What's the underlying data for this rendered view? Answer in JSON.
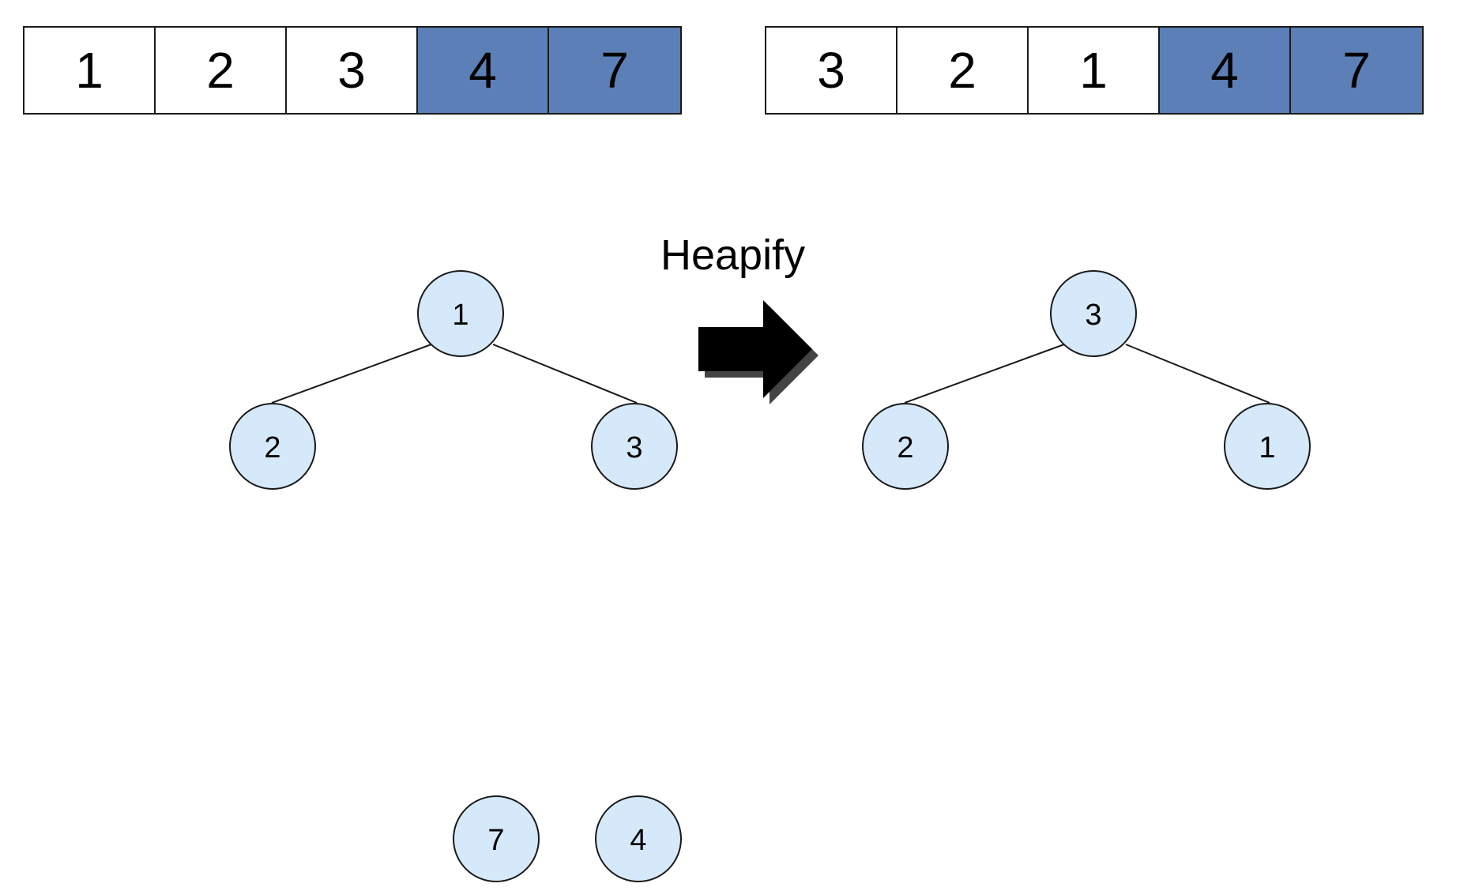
{
  "before": {
    "array": [
      {
        "value": "1",
        "sorted": false
      },
      {
        "value": "2",
        "sorted": false
      },
      {
        "value": "3",
        "sorted": false
      },
      {
        "value": "4",
        "sorted": true
      },
      {
        "value": "7",
        "sorted": true
      }
    ],
    "tree": {
      "root": "1",
      "left": "2",
      "right": "3"
    },
    "detached": [
      "7",
      "4"
    ]
  },
  "transition": {
    "label": "Heapify",
    "icon": "right-arrow-icon"
  },
  "after": {
    "array": [
      {
        "value": "3",
        "sorted": false
      },
      {
        "value": "2",
        "sorted": false
      },
      {
        "value": "1",
        "sorted": false
      },
      {
        "value": "4",
        "sorted": true
      },
      {
        "value": "7",
        "sorted": true
      }
    ],
    "tree": {
      "root": "3",
      "left": "2",
      "right": "1"
    }
  },
  "colors": {
    "sorted_cell": "#5b7fb6",
    "node_fill": "#d6e9fb",
    "stroke": "#1a1a1a"
  }
}
